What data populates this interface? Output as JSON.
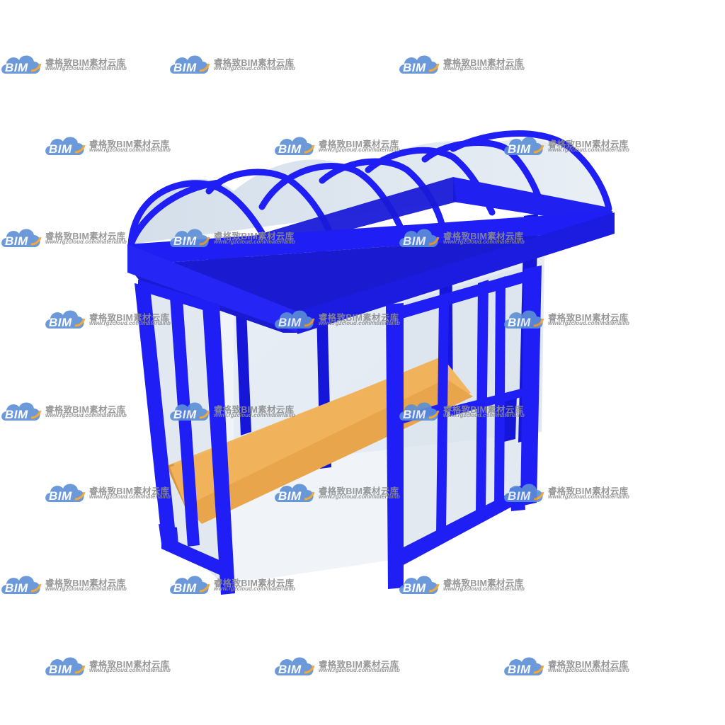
{
  "image": {
    "subject": "bus-shelter-3d-model",
    "colors": {
      "frame": "#1f1ff5",
      "frame_dark": "#0b0bb8",
      "frame_light": "#4a4aff",
      "glass": "#dfe7f0",
      "glass_edge": "#b9c6d6",
      "bench": "#f0b25a",
      "bench_dark": "#d8953e",
      "background": "#ffffff"
    }
  },
  "watermark": {
    "logo_text": "BIM",
    "title": "睿格致BIM素材云库",
    "url": "www.rgzcloud.com/materiallib",
    "colors": {
      "cloud": "#5b8fd6",
      "accent": "#f5a020",
      "text": "#8d8d8d"
    }
  }
}
